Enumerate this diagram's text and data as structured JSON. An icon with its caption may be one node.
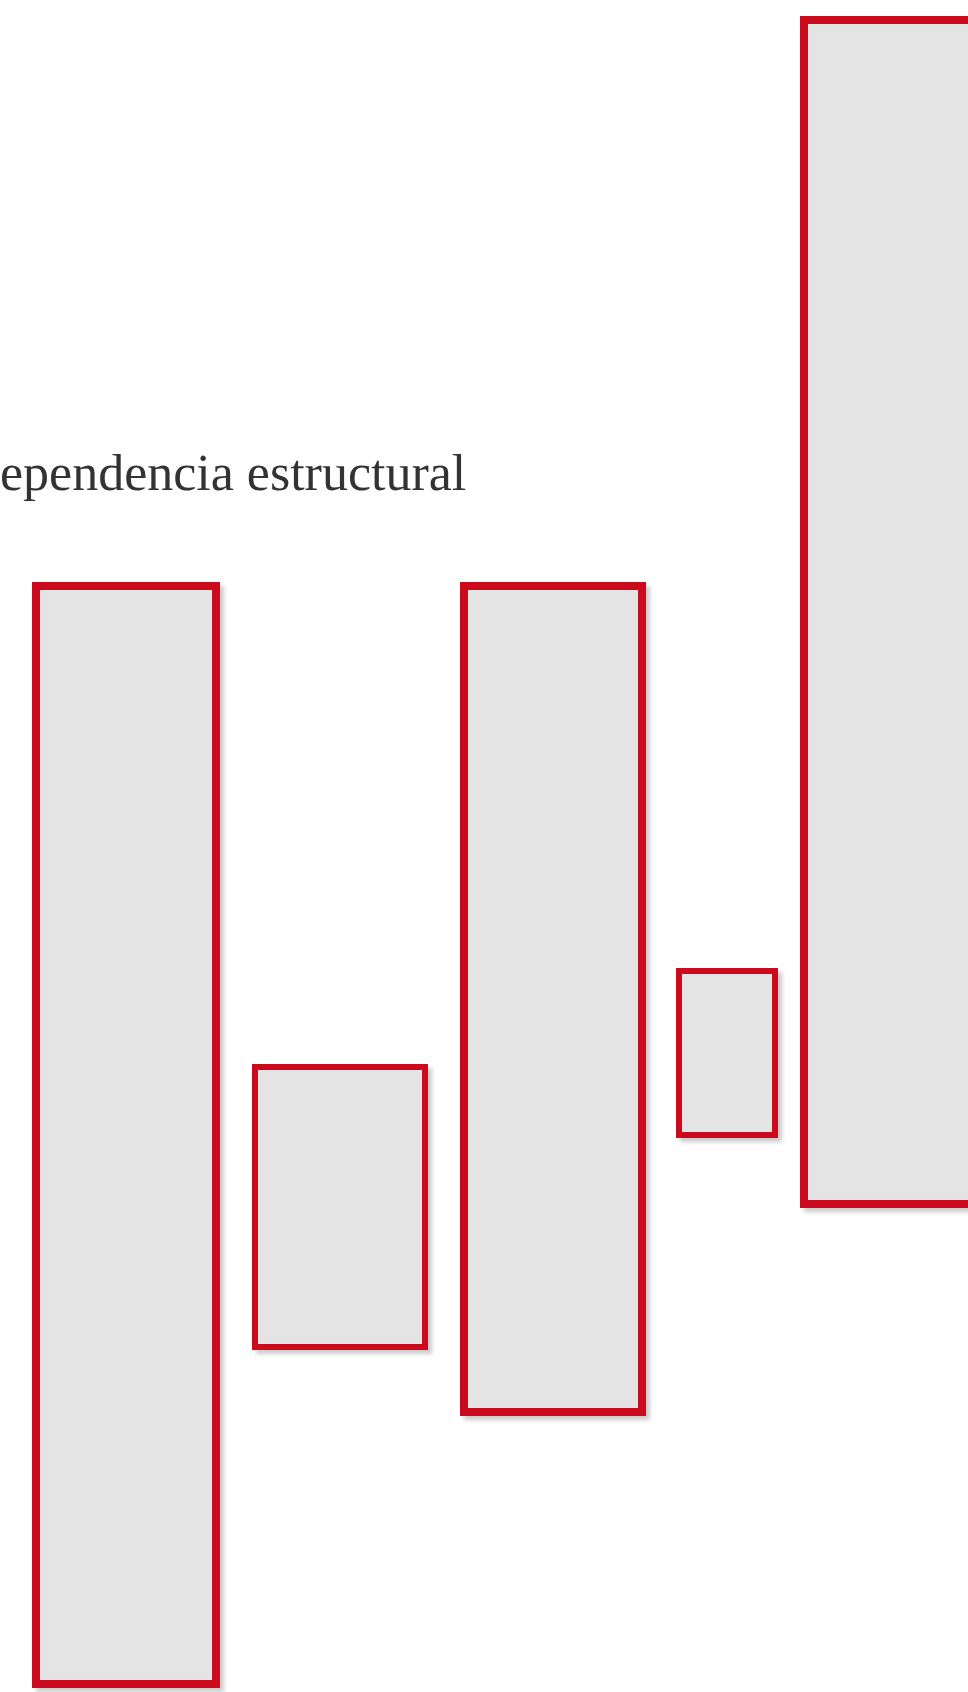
{
  "diagram": {
    "nodes": [
      {
        "text": [],
        "shape": "bar"
      },
      {
        "text": [],
        "shape": "bar"
      },
      {
        "text": [],
        "shape": "bar"
      },
      {
        "text": [],
        "shape": "bar"
      },
      {
        "text": [],
        "shape": "bar"
      }
    ],
    "labels": [
      "ependencia estructural"
    ]
  }
}
